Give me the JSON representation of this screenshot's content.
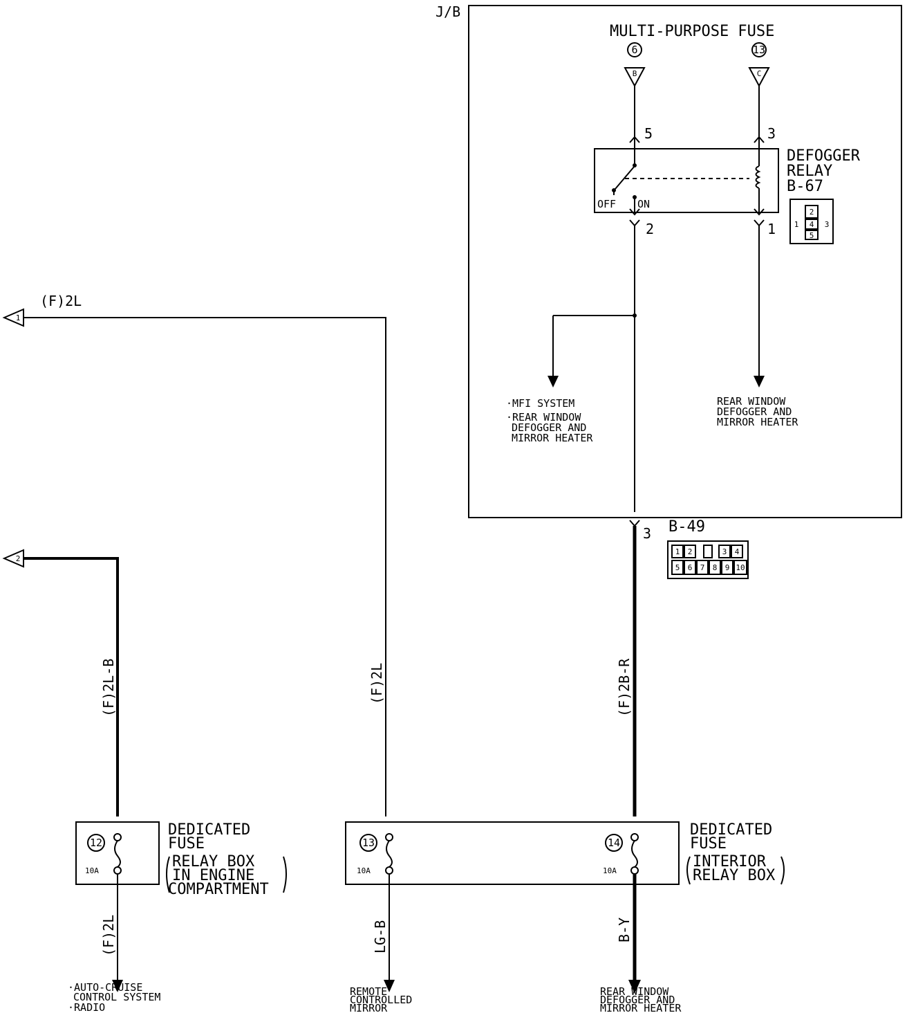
{
  "jb": {
    "label": "J/B",
    "multi_purpose_fuse_label": "MULTI-PURPOSE FUSE",
    "fuse_a": "6",
    "fuse_b": "13",
    "conn_a": "B",
    "conn_b": "C",
    "pin_5": "5",
    "pin_3": "3",
    "pin_2": "2",
    "pin_1": "1",
    "relay_name_1": "DEFOGGER",
    "relay_name_2": "RELAY",
    "relay_code": "B-67",
    "relay_off": "OFF",
    "relay_on": "ON",
    "relay_pins": [
      "2",
      "1",
      "4",
      "3",
      "5"
    ],
    "dest_left": [
      "·MFI SYSTEM",
      "·REAR WINDOW",
      "DEFOGGER AND",
      "MIRROR HEATER"
    ],
    "dest_right": [
      "REAR WINDOW",
      "DEFOGGER AND",
      "MIRROR HEATER"
    ]
  },
  "b49": {
    "code": "B-49",
    "pin": "3",
    "pins": [
      "1",
      "2",
      "3",
      "4",
      "5",
      "6",
      "7",
      "8",
      "9",
      "10"
    ]
  },
  "offpage": {
    "ref_1": "1",
    "ref_2": "2",
    "wire_top": "(F)2L"
  },
  "wires": {
    "left_upper": "(F)2L-B",
    "middle_upper": "(F)2L",
    "right_upper": "(F)2B-R",
    "left_lower": "(F)2L",
    "middle_lower": "LG-B",
    "right_lower": "B-Y"
  },
  "fuses": {
    "f12_num": "12",
    "f12_rating": "10A",
    "f13_num": "13",
    "f13_rating": "10A",
    "f14_num": "14",
    "f14_rating": "10A",
    "left_label": [
      "DEDICATED",
      "FUSE",
      "RELAY BOX",
      "IN ENGINE",
      "COMPARTMENT"
    ],
    "right_label": [
      "DEDICATED",
      "FUSE",
      "INTERIOR",
      "RELAY BOX"
    ]
  },
  "destinations": {
    "left": [
      "·AUTO-CRUISE",
      "CONTROL SYSTEM",
      "·RADIO"
    ],
    "middle": [
      "REMOTE",
      "CONTROLLED",
      "MIRROR"
    ],
    "right": [
      "REAR WINDOW",
      "DEFOGGER AND",
      "MIRROR HEATER"
    ]
  }
}
